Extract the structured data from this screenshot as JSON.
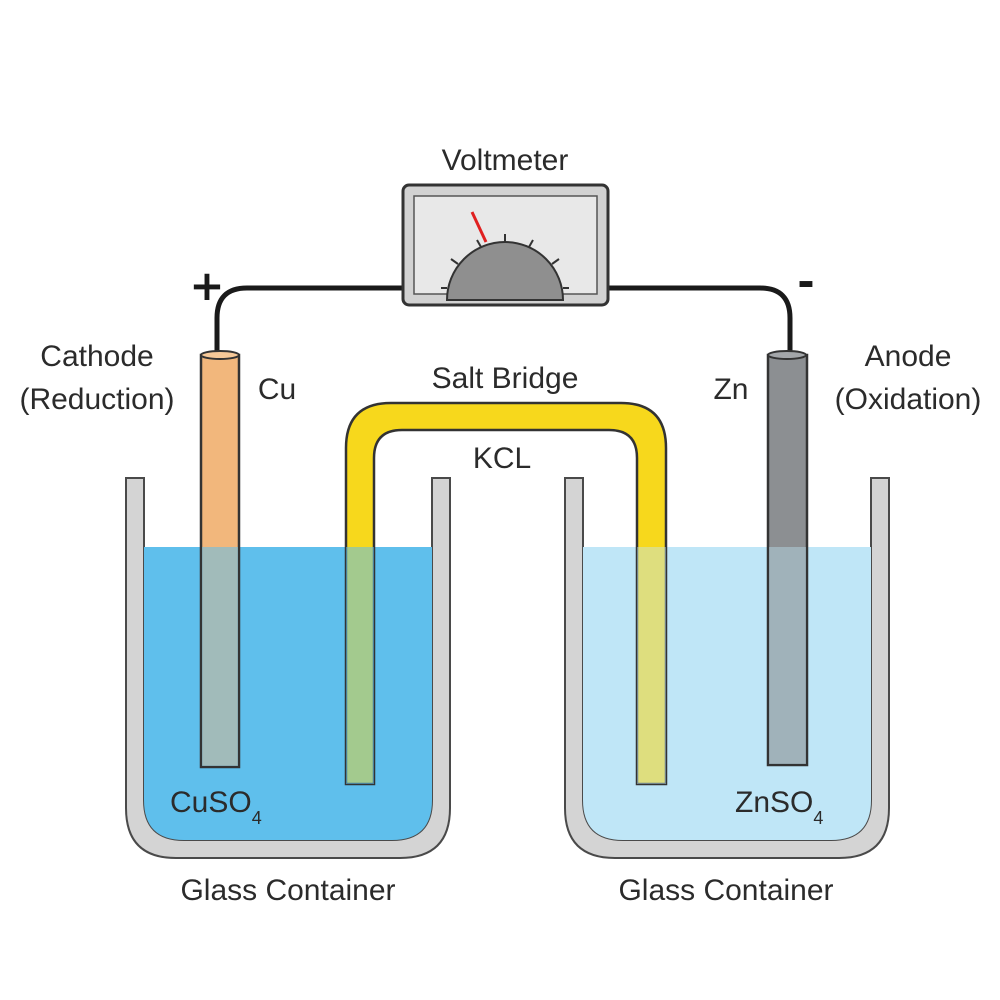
{
  "voltmeter": {
    "label": "Voltmeter"
  },
  "terminals": {
    "positive": "+",
    "negative": "-"
  },
  "cathode": {
    "role": "Cathode",
    "process": "(Reduction)",
    "metal": "Cu"
  },
  "anode": {
    "role": "Anode",
    "process": "(Oxidation)",
    "metal": "Zn"
  },
  "salt_bridge": {
    "label": "Salt Bridge",
    "electrolyte": "KCL"
  },
  "left_solution": {
    "base": "CuSO",
    "subscript": "4"
  },
  "right_solution": {
    "base": "ZnSO",
    "subscript": "4"
  },
  "containers": {
    "left": "Glass Container",
    "right": "Glass Container"
  },
  "colors": {
    "wire": "#1a1a1a",
    "copper": "#f2b77c",
    "zinc": "#8c8f92",
    "salt_bridge": "#f7d81c",
    "cuso4_solution": "#5fbfec",
    "znso4_solution": "#bfe6f7",
    "glass": "#d4d4d4",
    "needle": "#e02020"
  }
}
